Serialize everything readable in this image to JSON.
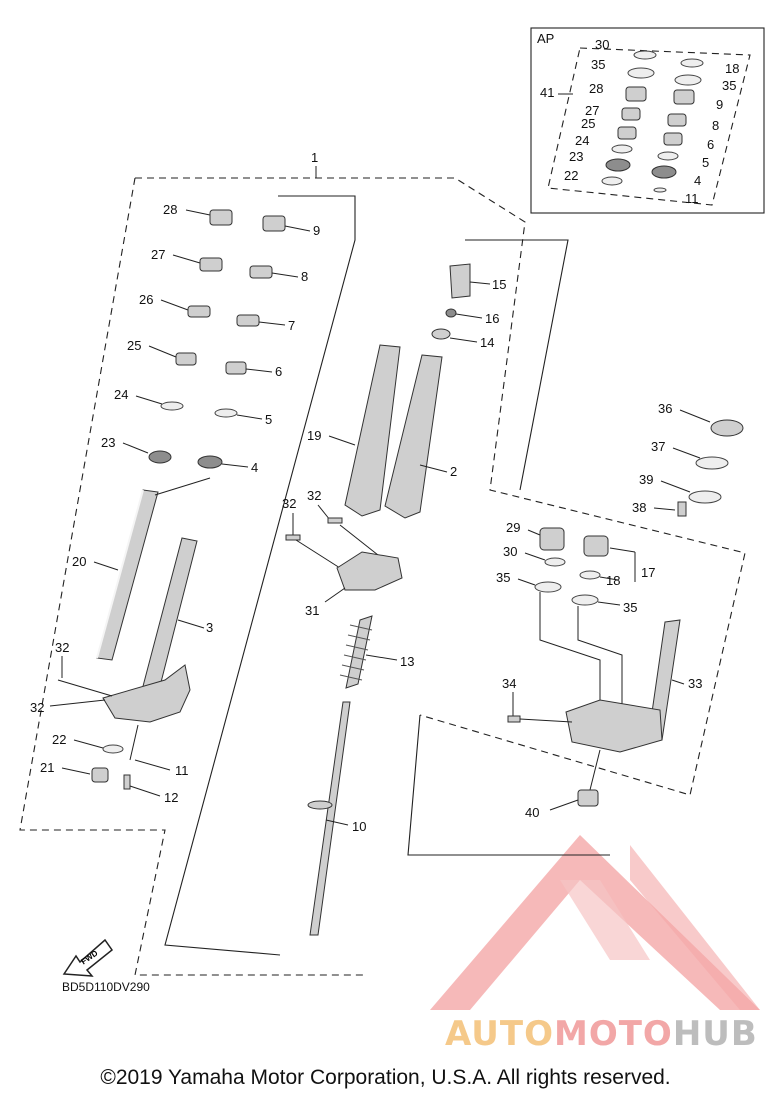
{
  "diagram": {
    "code": "BD5D110DV290",
    "kit_box_label": "AP",
    "fwd_label": "FWD",
    "callouts": {
      "c1": "1",
      "c2": "2",
      "c3": "3",
      "c4": "4",
      "c5": "5",
      "c6": "6",
      "c7": "7",
      "c8": "8",
      "c9": "9",
      "c10": "10",
      "c11": "11",
      "c12": "12",
      "c13": "13",
      "c14": "14",
      "c15": "15",
      "c16": "16",
      "c17": "17",
      "c18": "18",
      "c19": "19",
      "c20": "20",
      "c21": "21",
      "c22": "22",
      "c23": "23",
      "c24": "24",
      "c25": "25",
      "c26": "26",
      "c27": "27",
      "c28": "28",
      "c29": "29",
      "c30": "30",
      "c31": "31",
      "c32": "32",
      "c33": "33",
      "c34": "34",
      "c35": "35",
      "c36": "36",
      "c37": "37",
      "c38": "38",
      "c39": "39",
      "c40": "40",
      "c41": "41"
    }
  },
  "watermark": {
    "part1": "AUTO",
    "part2": "MOTO",
    "part3": "HUB",
    "color1": "#f5c98a",
    "color2": "#f2a7a7",
    "color3": "#bdbdbd",
    "logo_color": "#f08a8a"
  },
  "footer": {
    "copyright": "©2019 Yamaha Motor Corporation, U.S.A. All rights reserved."
  }
}
